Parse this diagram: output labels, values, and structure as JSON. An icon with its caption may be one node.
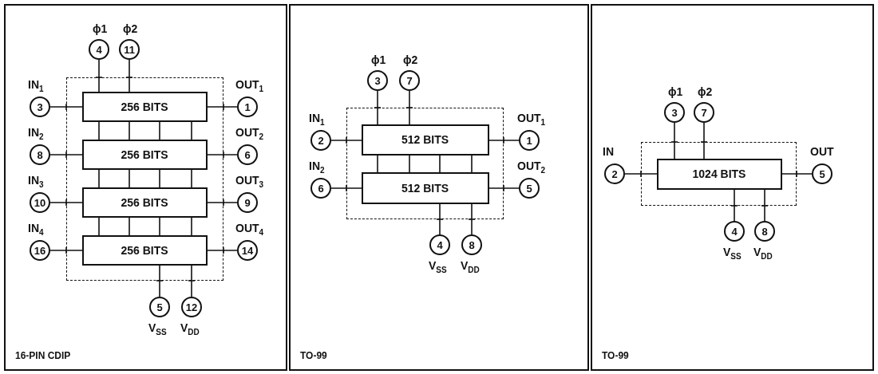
{
  "diagram": {
    "nodes": [
      {
        "text": [
          "16-PIN CDIP"
        ]
      },
      {
        "text": [],
        "shape": "box",
        "in": 0
      },
      {
        "text": [
          "256 BITS"
        ],
        "in": 1
      },
      {
        "text": [
          "256 BITS"
        ],
        "in": 1
      },
      {
        "text": [
          "256 BITS"
        ],
        "in": 1
      },
      {
        "text": [
          "256 BITS"
        ],
        "in": 1
      },
      {
        "text": [
          "4"
        ],
        "beside": [
          "ϕ1"
        ],
        "in": 0
      },
      {
        "text": [
          "11"
        ],
        "beside": [
          "ϕ2"
        ],
        "in": 0
      },
      {
        "text": [
          "3"
        ],
        "beside": [
          "IN$_{1}$"
        ],
        "in": 0
      },
      {
        "text": [
          "1"
        ],
        "beside": [
          "OUT$_{1}$"
        ],
        "in": 0
      },
      {
        "text": [
          "8"
        ],
        "beside": [
          "IN$_{2}$"
        ],
        "in": 0
      },
      {
        "text": [
          "6"
        ],
        "beside": [
          "OUT$_{2}$"
        ],
        "in": 0
      },
      {
        "text": [
          "10"
        ],
        "beside": [
          "IN$_{3}$"
        ],
        "in": 0
      },
      {
        "text": [
          "9"
        ],
        "beside": [
          "OUT$_{3}$"
        ],
        "in": 0
      },
      {
        "text": [
          "16"
        ],
        "beside": [
          "IN$_{4}$"
        ],
        "in": 0
      },
      {
        "text": [
          "14"
        ],
        "beside": [
          "OUT$_{4}$"
        ],
        "in": 0
      },
      {
        "text": [
          "5"
        ],
        "beside": [
          "V$_{SS}$"
        ],
        "in": 0
      },
      {
        "text": [
          "12"
        ],
        "beside": [
          "V$_{DD}$"
        ],
        "in": 0
      },
      {
        "text": [
          "TO-99"
        ]
      },
      {
        "text": [],
        "shape": "box",
        "in": 18
      },
      {
        "text": [
          "512 BITS"
        ],
        "in": 19
      },
      {
        "text": [
          "512 BITS"
        ],
        "in": 19
      },
      {
        "text": [
          "3"
        ],
        "beside": [
          "ϕ1"
        ],
        "in": 18
      },
      {
        "text": [
          "7"
        ],
        "beside": [
          "ϕ2"
        ],
        "in": 18
      },
      {
        "text": [
          "2"
        ],
        "beside": [
          "IN$_{1}$"
        ],
        "in": 18
      },
      {
        "text": [
          "1"
        ],
        "beside": [
          "OUT$_{1}$"
        ],
        "in": 18
      },
      {
        "text": [
          "6"
        ],
        "beside": [
          "IN$_{2}$"
        ],
        "in": 18
      },
      {
        "text": [
          "5"
        ],
        "beside": [
          "OUT$_{2}$"
        ],
        "in": 18
      },
      {
        "text": [
          "4"
        ],
        "beside": [
          "V$_{SS}$"
        ],
        "in": 18
      },
      {
        "text": [
          "8"
        ],
        "beside": [
          "V$_{DD}$"
        ],
        "in": 18
      },
      {
        "text": [
          "TO-99"
        ]
      },
      {
        "text": [],
        "shape": "box",
        "in": 30
      },
      {
        "text": [
          "1024 BITS"
        ],
        "in": 31
      },
      {
        "text": [
          "3"
        ],
        "beside": [
          "ϕ1"
        ],
        "in": 30
      },
      {
        "text": [
          "7"
        ],
        "beside": [
          "ϕ2"
        ],
        "in": 30
      },
      {
        "text": [
          "2"
        ],
        "beside": [
          "IN"
        ],
        "in": 30
      },
      {
        "text": [
          "5"
        ],
        "beside": [
          "OUT"
        ],
        "in": 30
      },
      {
        "text": [
          "4"
        ],
        "beside": [
          "V$_{SS}$"
        ],
        "in": 30
      },
      {
        "text": [
          "8"
        ],
        "beside": [
          "V$_{DD}$"
        ],
        "in": 30
      }
    ],
    "edges": [
      {
        "from": 6,
        "to": 2,
        "arrow": "none"
      },
      {
        "from": 7,
        "to": 2,
        "arrow": "none"
      },
      {
        "from": 8,
        "to": 2,
        "arrow": "none"
      },
      {
        "from": 9,
        "to": 2,
        "arrow": "none"
      },
      {
        "from": 10,
        "to": 3,
        "arrow": "none"
      },
      {
        "from": 11,
        "to": 3,
        "arrow": "none"
      },
      {
        "from": 12,
        "to": 4,
        "arrow": "none"
      },
      {
        "from": 13,
        "to": 4,
        "arrow": "none"
      },
      {
        "from": 14,
        "to": 5,
        "arrow": "none"
      },
      {
        "from": 15,
        "to": 5,
        "arrow": "none"
      },
      {
        "from": 16,
        "to": 5,
        "arrow": "none"
      },
      {
        "from": 17,
        "to": 5,
        "arrow": "none"
      },
      {
        "from": 2,
        "to": 3,
        "arrow": "none"
      },
      {
        "from": 2,
        "to": 3,
        "arrow": "none"
      },
      {
        "from": 2,
        "to": 3,
        "arrow": "none"
      },
      {
        "from": 2,
        "to": 3,
        "arrow": "none"
      },
      {
        "from": 3,
        "to": 4,
        "arrow": "none"
      },
      {
        "from": 3,
        "to": 4,
        "arrow": "none"
      },
      {
        "from": 3,
        "to": 4,
        "arrow": "none"
      },
      {
        "from": 3,
        "to": 4,
        "arrow": "none"
      },
      {
        "from": 4,
        "to": 5,
        "arrow": "none"
      },
      {
        "from": 4,
        "to": 5,
        "arrow": "none"
      },
      {
        "from": 4,
        "to": 5,
        "arrow": "none"
      },
      {
        "from": 4,
        "to": 5,
        "arrow": "none"
      },
      {
        "from": 22,
        "to": 20,
        "arrow": "none"
      },
      {
        "from": 23,
        "to": 20,
        "arrow": "none"
      },
      {
        "from": 24,
        "to": 20,
        "arrow": "none"
      },
      {
        "from": 25,
        "to": 20,
        "arrow": "none"
      },
      {
        "from": 26,
        "to": 21,
        "arrow": "none"
      },
      {
        "from": 27,
        "to": 21,
        "arrow": "none"
      },
      {
        "from": 28,
        "to": 21,
        "arrow": "none"
      },
      {
        "from": 29,
        "to": 21,
        "arrow": "none"
      },
      {
        "from": 20,
        "to": 21,
        "arrow": "none"
      },
      {
        "from": 20,
        "to": 21,
        "arrow": "none"
      },
      {
        "from": 20,
        "to": 21,
        "arrow": "none"
      },
      {
        "from": 20,
        "to": 21,
        "arrow": "none"
      },
      {
        "from": 33,
        "to": 32,
        "arrow": "none"
      },
      {
        "from": 34,
        "to": 32,
        "arrow": "none"
      },
      {
        "from": 35,
        "to": 32,
        "arrow": "none"
      },
      {
        "from": 36,
        "to": 32,
        "arrow": "none"
      },
      {
        "from": 37,
        "to": 32,
        "arrow": "none"
      },
      {
        "from": 38,
        "to": 32,
        "arrow": "none"
      }
    ]
  }
}
